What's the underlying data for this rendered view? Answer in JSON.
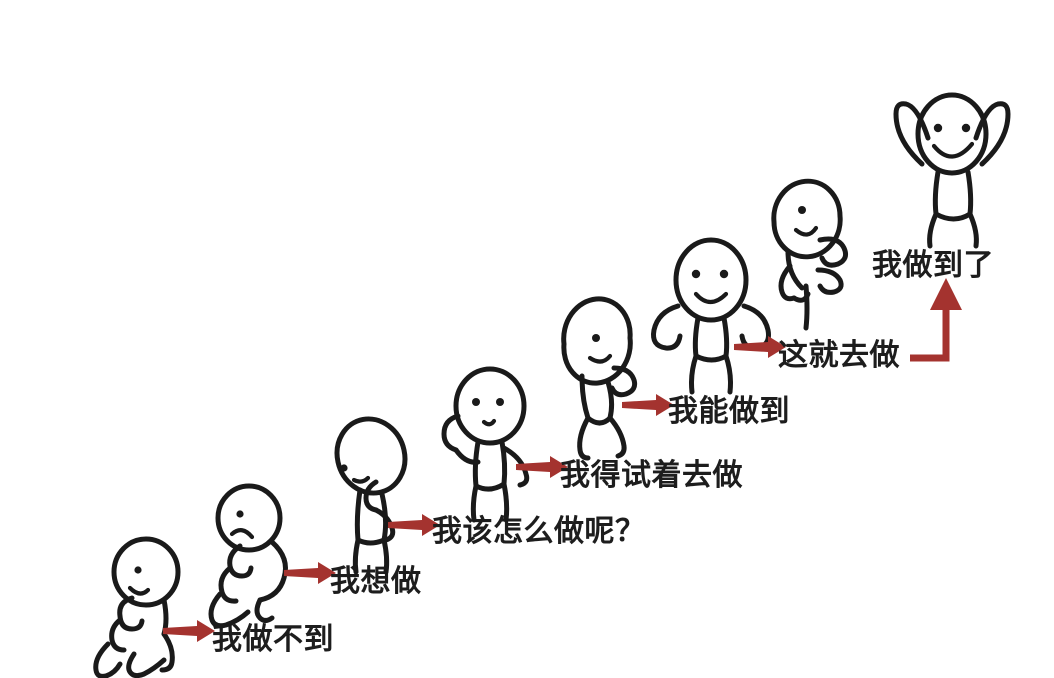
{
  "image": {
    "title": "Growth mindset stick figure progression",
    "background_color": "#ffffff",
    "arrow_color": "#a4332f",
    "text_color": "#1d1d1d",
    "figure_stroke_color": "#1a1a1a"
  },
  "steps": [
    {
      "id": "step-1",
      "label": "我做不到",
      "pose": "crouching-dejected",
      "mood": "frown",
      "font_size": 30
    },
    {
      "id": "step-2",
      "label": "我想做",
      "pose": "kneeling-hand-to-chin",
      "mood": "frown",
      "font_size": 30
    },
    {
      "id": "step-3",
      "label": "我该怎么做呢？",
      "pose": "standing-head-tilted-thinking",
      "mood": "thinking",
      "font_size": 30
    },
    {
      "id": "step-4",
      "label": "我得试着去做",
      "pose": "standing-hand-on-head-puzzled",
      "mood": "neutral",
      "font_size": 30
    },
    {
      "id": "step-5",
      "label": "我能做到",
      "pose": "walking-determined",
      "mood": "small-smile",
      "font_size": 30
    },
    {
      "id": "step-6",
      "label": "这就去做",
      "pose": "arms-open-smiling",
      "mood": "smile",
      "font_size": 30
    },
    {
      "id": "step-7",
      "label": "我做到了",
      "pose": "striding-forward",
      "mood": "smile",
      "font_size": 30
    },
    {
      "id": "step-8",
      "label": "",
      "pose": "arms-raised-celebrating",
      "mood": "big-smile",
      "font_size": 30
    }
  ],
  "arrows": [
    {
      "id": "arrow-1",
      "type": "straight-right"
    },
    {
      "id": "arrow-2",
      "type": "straight-right"
    },
    {
      "id": "arrow-3",
      "type": "straight-right"
    },
    {
      "id": "arrow-4",
      "type": "straight-right"
    },
    {
      "id": "arrow-5",
      "type": "straight-right"
    },
    {
      "id": "arrow-6",
      "type": "straight-right"
    },
    {
      "id": "arrow-7",
      "type": "elbow-up-right"
    }
  ]
}
